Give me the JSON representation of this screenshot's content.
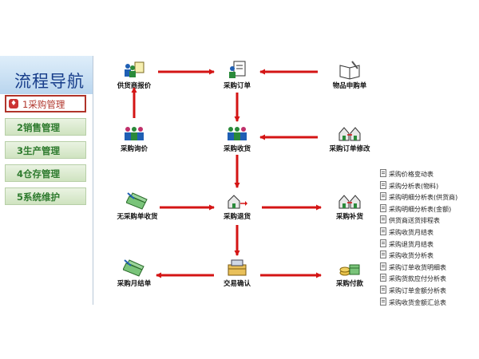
{
  "sidebar": {
    "title": "流程导航",
    "items": [
      {
        "label": "1采购管理",
        "active": true
      },
      {
        "label": "2销售管理",
        "active": false
      },
      {
        "label": "3生产管理",
        "active": false
      },
      {
        "label": "4仓存管理",
        "active": false
      },
      {
        "label": "5系统维护",
        "active": false
      }
    ]
  },
  "flow": {
    "supplier_quote": "供货商报价",
    "purchase_order": "采购订单",
    "item_request": "物品申购单",
    "purchase_inquiry": "采购询价",
    "purchase_receipt": "采购收货",
    "po_modify": "采购订单修改",
    "no_po_receipt": "无采购单收货",
    "purchase_return": "采购退货",
    "purchase_supplement": "采购补货",
    "monthly_statement": "采购月结单",
    "transaction_confirm": "交易确认",
    "purchase_payment": "采购付款"
  },
  "reports": [
    "采购价格变动表",
    "采购分析表(物料)",
    "采购明细分析表(供货商)",
    "采购明细分析表(金额)",
    "供货商送货排程表",
    "采购收货月结表",
    "采购退货月结表",
    "采购收货分析表",
    "采购订单收货明细表",
    "采购货款应付分析表",
    "采购订单金额分析表",
    "采购收货金额汇总表"
  ],
  "colors": {
    "arrow": "#d41414",
    "nav_active_border": "#b0342a",
    "nav_text": "#2d7a2d",
    "title": "#173d8a"
  }
}
